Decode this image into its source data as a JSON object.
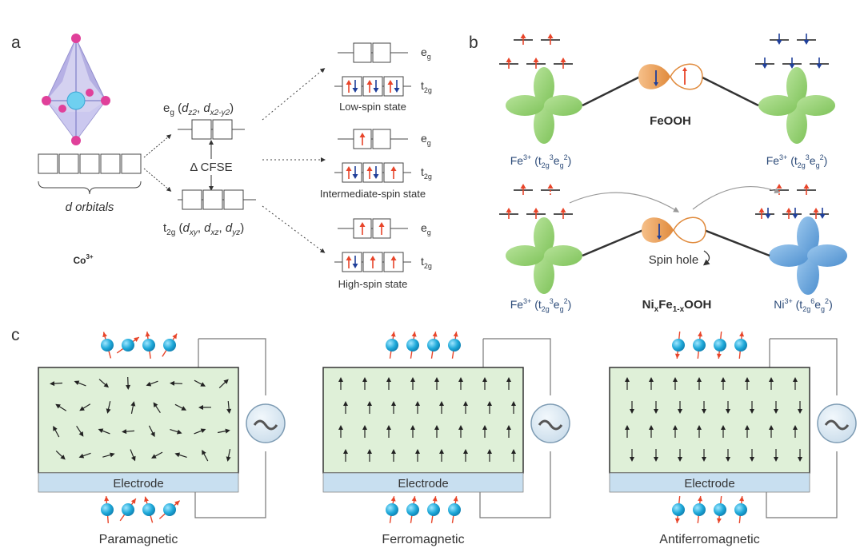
{
  "panel_a": {
    "letter": "a",
    "eg_main": "e",
    "eg_main_sub": "g",
    "eg_orbitals": "(d z2, d x2-y2)",
    "t2g_main": "t",
    "t2g_main_sub": "2g",
    "t2g_orbitals": "(d xy, d xz, d yz)",
    "cfse": "Δ CFSE",
    "d_orbitals": "d orbitals",
    "ion": "Co",
    "ion_sup": "3+",
    "level_e": "e",
    "level_e_sub": "g",
    "level_t": "t",
    "level_t_sub": "2g",
    "states": [
      {
        "name": "Low-spin state"
      },
      {
        "name": "Intermediate-spin state"
      },
      {
        "name": "High-spin state"
      }
    ]
  },
  "panel_b": {
    "letter": "b",
    "top_compound": "FeOOH",
    "bottom_compound": "Ni x Fe 1-x OOH",
    "spin_hole": "Spin hole",
    "label_fe": "Fe3+ (t2g3 eg2)",
    "label_ni": "Ni3+ (t2g6 eg2)"
  },
  "panel_c": {
    "letter": "c",
    "electrode": "Electrode",
    "materials": [
      "Paramagnetic",
      "Ferromagnetic",
      "Antiferromagnetic"
    ]
  },
  "colors": {
    "up_arrow": "#e8452a",
    "down_arrow": "#1f3f9a",
    "orbital_green": "#8fcf6a",
    "orbital_blue": "#5b9bd6",
    "material_bg": "#dff0d8",
    "electrode_bg": "#c8dff0",
    "electron_ball": "#1fa9d9"
  },
  "icons": [
    "octahedron-icon",
    "ac-source-icon",
    "electron-spin-icon"
  ]
}
